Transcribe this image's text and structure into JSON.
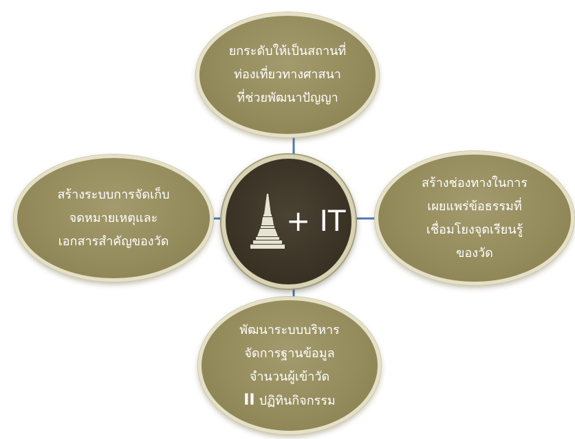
{
  "center": {
    "label": "+ IT",
    "icon": "stupa-icon"
  },
  "nodes": {
    "top": {
      "lines": [
        "ยกระดับให้เป็นสถานที่",
        "ท่องเที่ยวทางศาสนา",
        "ที่ช่วยพัฒนาปัญญา"
      ]
    },
    "left": {
      "lines": [
        "สร้างระบบการจัดเก็บ",
        "จดหมายเหตุและ",
        "เอกสารสำคัญของวัด"
      ]
    },
    "right": {
      "lines": [
        "สร้างช่องทางในการ",
        "เผยแพร่ข้อธรรมที่",
        "เชื่อมโยงจุดเรียนรู้",
        "ของวัด"
      ]
    },
    "bottom": {
      "lines": [
        "พัฒนาระบบบริหาร",
        "จัดการฐานข้อมูล",
        "จำนวนผู้เข้าวัด"
      ],
      "last_mark": "II",
      "last_text": "ปฏิทินกิจกรรม"
    }
  },
  "colors": {
    "oval_fill": "#958c5d",
    "oval_border": "#e5e1c8",
    "center_fill": "#3b3426",
    "arrow": "#4a78b8",
    "text": "#ffffff"
  }
}
